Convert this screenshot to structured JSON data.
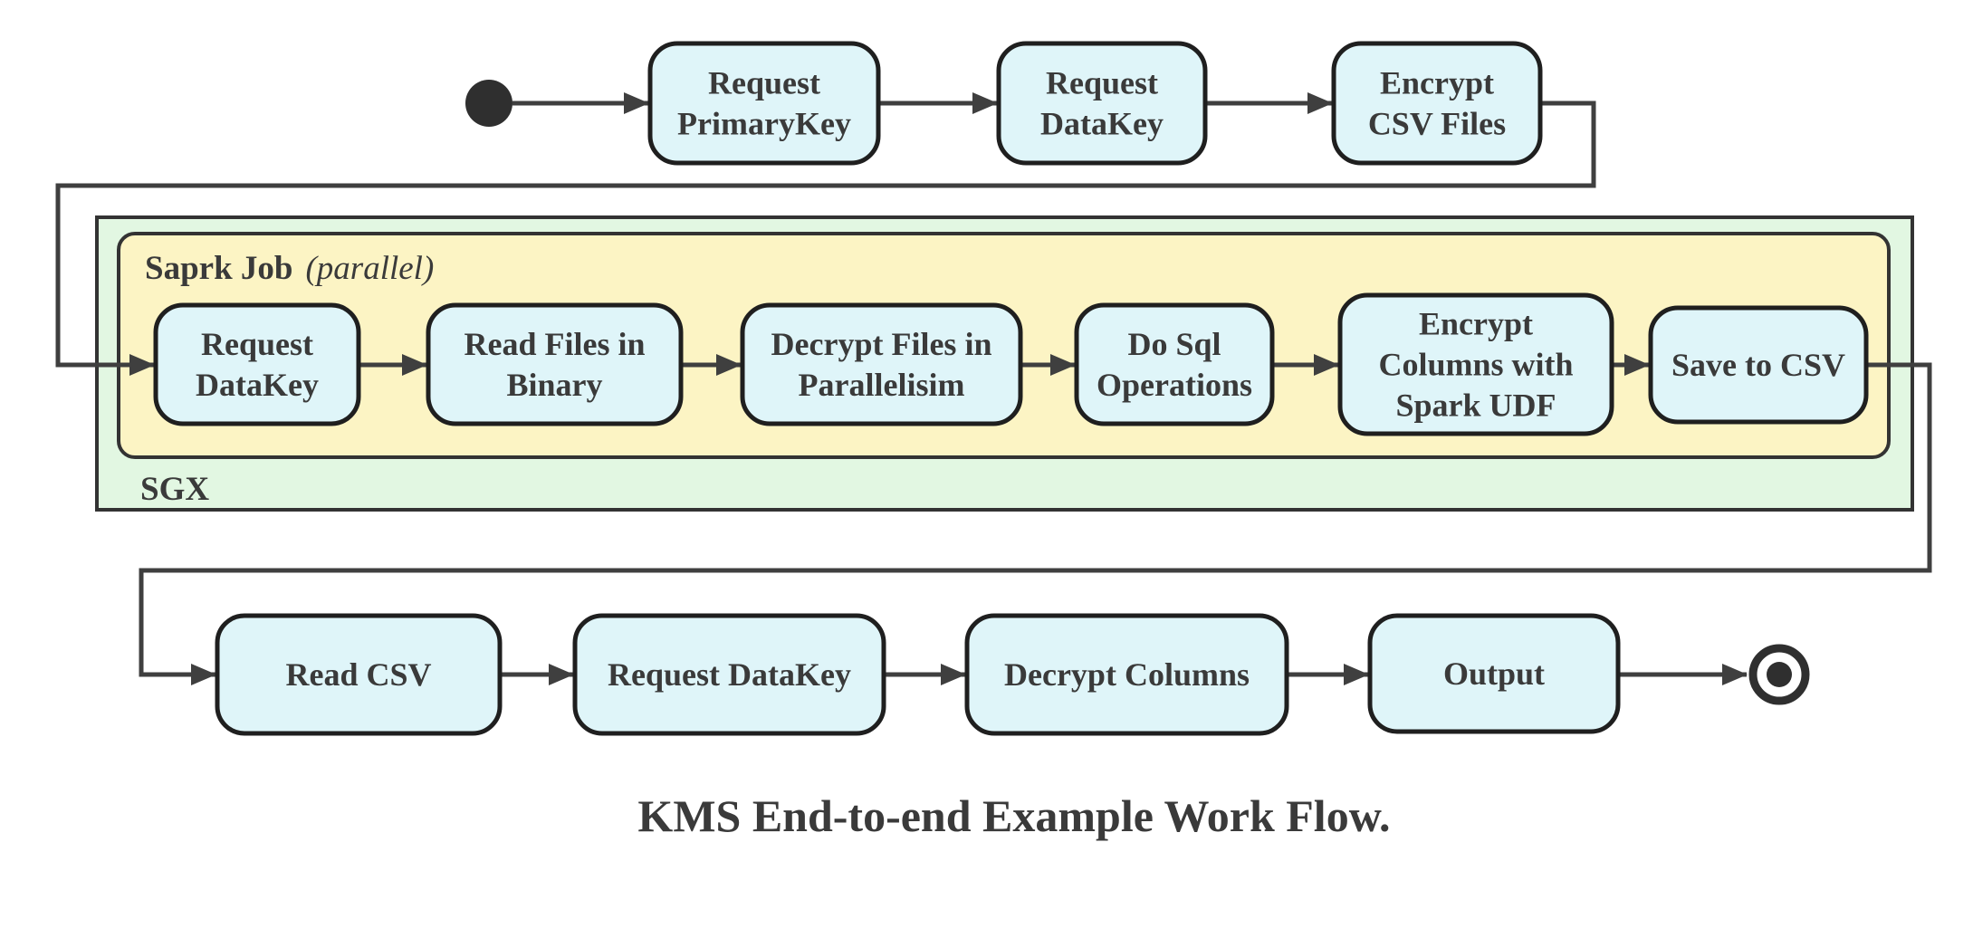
{
  "caption": "KMS End-to-end Example Work Flow.",
  "colors": {
    "node_fill": "#dff5f9",
    "node_border": "#1f1f1f",
    "sgx_fill": "#e2f7e2",
    "spark_fill": "#fcf4c4",
    "container_border": "#333333",
    "line": "#3f3f3f",
    "text": "#3a3a3a",
    "start_end": "#2f2f2f"
  },
  "containers": {
    "sgx": {
      "label": "SGX"
    },
    "spark_job": {
      "label": "Saprk Job",
      "qualifier": "(parallel)"
    }
  },
  "markers": {
    "start": "start-node",
    "end": "end-node"
  },
  "flow": {
    "rows": {
      "top": [
        {
          "id": "request-primarykey",
          "label": "Request\nPrimaryKey"
        },
        {
          "id": "request-datakey-top",
          "label": "Request\nDataKey"
        },
        {
          "id": "encrypt-csv-files",
          "label": "Encrypt\nCSV Files"
        }
      ],
      "sgx_parallel": [
        {
          "id": "request-datakey-sgx",
          "label": "Request\nDataKey"
        },
        {
          "id": "read-files-binary",
          "label": "Read Files in\nBinary"
        },
        {
          "id": "decrypt-files-parallel",
          "label": "Decrypt Files in\nParallelisim"
        },
        {
          "id": "do-sql-operations",
          "label": "Do Sql\nOperations"
        },
        {
          "id": "encrypt-columns-udf",
          "label": "Encrypt\nColumns with\nSpark UDF"
        },
        {
          "id": "save-to-csv",
          "label": "Save to CSV"
        }
      ],
      "bottom": [
        {
          "id": "read-csv",
          "label": "Read CSV"
        },
        {
          "id": "request-datakey-client",
          "label": "Request DataKey"
        },
        {
          "id": "decrypt-columns",
          "label": "Decrypt Columns"
        },
        {
          "id": "output",
          "label": "Output"
        }
      ]
    }
  }
}
